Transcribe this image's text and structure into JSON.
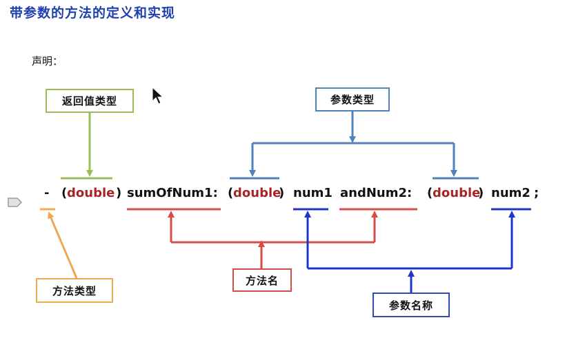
{
  "slide": {
    "title": "带参数的方法的定义和实现",
    "declaration_label": "声明："
  },
  "labels": {
    "return_type": "返回值类型",
    "param_type": "参数类型",
    "method_type": "方法类型",
    "method_name": "方法名",
    "param_name": "参数名称"
  },
  "code": {
    "minus": "-",
    "paren_open_1": "(",
    "type_1": "double",
    "paren_close_1": ")",
    "seg_1": "sumOfNum1:",
    "paren_open_2": "(",
    "type_2": "double",
    "paren_close_2": ")",
    "param_1": "num1",
    "seg_2": "andNum2:",
    "paren_open_3": "(",
    "type_3": "double",
    "paren_close_3": ")",
    "param_2": "num2",
    "terminator": ";"
  },
  "colors": {
    "title": "#1f3fae",
    "return_type": "#9cbc59",
    "param_type": "#4f82b8",
    "method_type": "#f0a850",
    "method_name": "#d84a44",
    "param_name": "#1e35c8",
    "keyword": "#a52424"
  },
  "icons": {
    "cursor": "mouse-pointer-icon",
    "bullet": "slide-marker-icon"
  }
}
